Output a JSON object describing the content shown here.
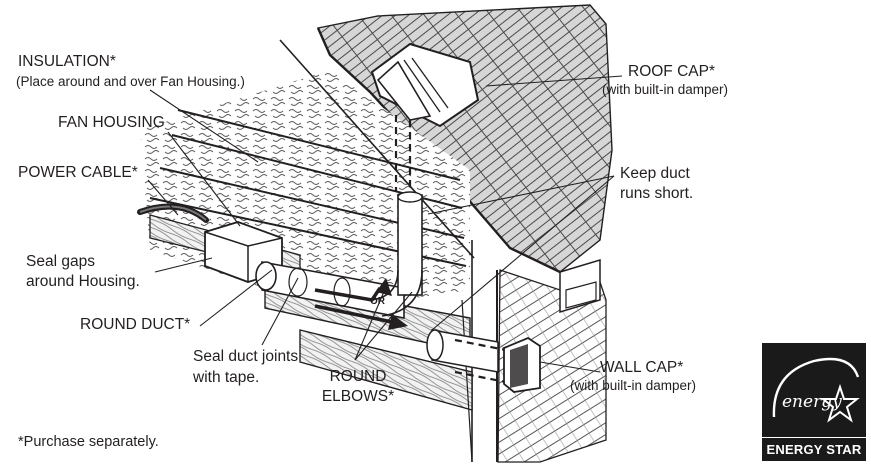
{
  "labels": {
    "insulation": "INSULATION*",
    "insulation_note": "(Place around and over Fan Housing.)",
    "fan_housing": "FAN HOUSING",
    "power_cable": "POWER CABLE*",
    "seal_gaps_line1": "Seal gaps",
    "seal_gaps_line2": "around Housing.",
    "round_duct": "ROUND DUCT*",
    "seal_joints_line1": "Seal duct joints",
    "seal_joints_line2": "with tape.",
    "round_elbows_line1": "ROUND",
    "round_elbows_line2": "ELBOWS*",
    "or": "OR",
    "roof_cap": "ROOF CAP*",
    "roof_cap_note": "(with built-in damper)",
    "keep_duct_line1": "Keep duct",
    "keep_duct_line2": "runs short.",
    "wall_cap": "WALL CAP*",
    "wall_cap_note": "(with built-in damper)",
    "footnote": "*Purchase separately."
  },
  "logo": {
    "script_text": "energy",
    "label": "ENERGY STAR"
  },
  "colors": {
    "line": "#231f20",
    "shingle_fill": "#d9d9d9",
    "logo_bg": "#1a1a1a"
  }
}
